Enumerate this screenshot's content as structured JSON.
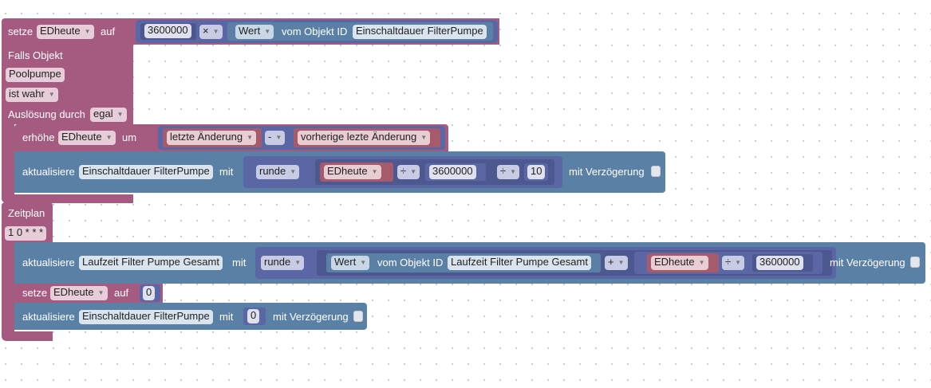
{
  "block1": {
    "set_label": "setze",
    "var_name": "EDheute",
    "to_label": "auf",
    "num": "3600000",
    "op": "×",
    "attr": "Wert",
    "from_obj": "vom Objekt ID",
    "obj_id": "Einschaltdauer FilterPumpe"
  },
  "trigger1": {
    "title": "Falls Objekt",
    "object": "Poolpumpe",
    "condition": "ist wahr",
    "trigger_label": "Auslösung durch",
    "trigger_value": "egal",
    "inc_label": "erhöhe",
    "inc_var": "EDheute",
    "by_label": "um",
    "last_change": "letzte Änderung",
    "minus": "-",
    "prev_change": "vorherige lezte Änderung",
    "update_label": "aktualisiere",
    "update_obj": "Einschaltdauer FilterPumpe",
    "with_label": "mit",
    "round": "runde",
    "var": "EDheute",
    "div1": "÷",
    "num": "3600000",
    "div2": "÷",
    "ten": "10",
    "delay": "mit Verzögerung"
  },
  "schedule": {
    "title": "Zeitplan",
    "cron": "1 0 * * *",
    "update_label": "aktualisiere",
    "update_obj": "Laufzeit Filter Pumpe  Gesamt",
    "with_label": "mit",
    "round": "runde",
    "attr": "Wert",
    "from_obj": "vom Objekt ID",
    "obj_id": "Laufzeit Filter Pumpe  Gesamt",
    "plus": "+",
    "var": "EDheute",
    "div": "÷",
    "num": "3600000",
    "delay": "mit Verzögerung",
    "set_label": "setze",
    "set_var": "EDheute",
    "to_label": "auf",
    "zero": "0",
    "update2_label": "aktualisiere",
    "update2_obj": "Einschaltdauer FilterPumpe",
    "with2_label": "mit",
    "zero2": "0",
    "delay2": "mit Verzögerung"
  }
}
